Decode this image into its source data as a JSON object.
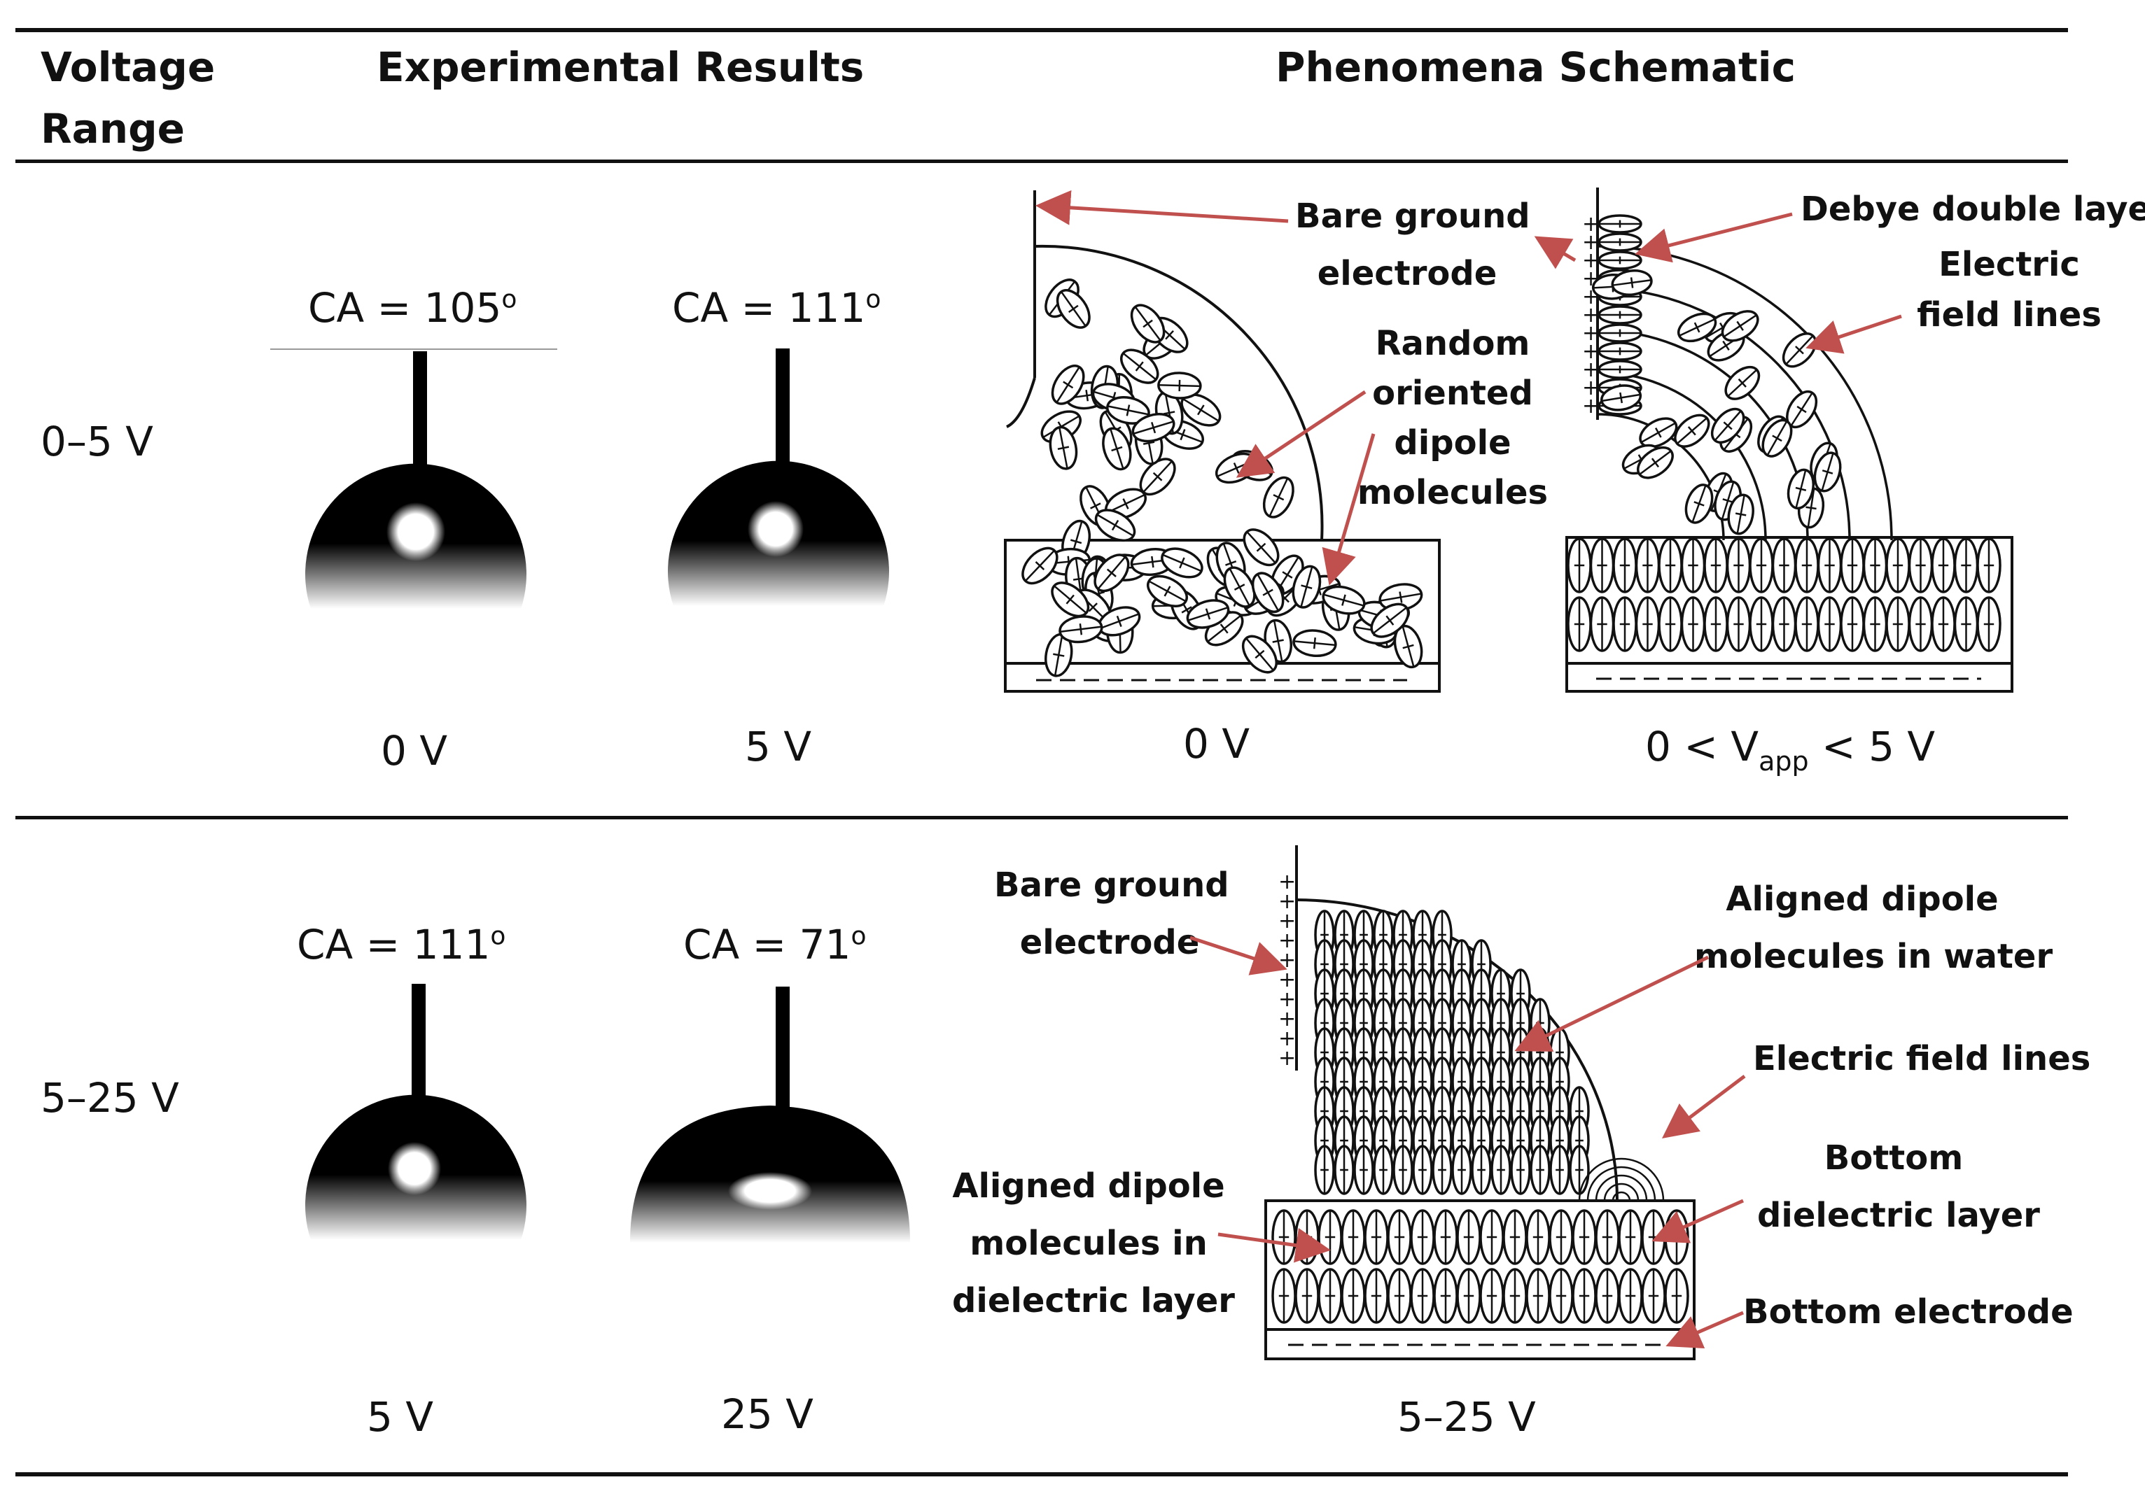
{
  "headers": {
    "voltage_range_line1": "Voltage",
    "voltage_range_line2": "Range",
    "experimental": "Experimental Results",
    "schematic": "Phenomena Schematic"
  },
  "rows": [
    {
      "range": "0–5 V",
      "experiments": [
        {
          "ca_label": "CA  = 105",
          "ca_deg": "o",
          "voltage": "0 V"
        },
        {
          "ca_label": "CA = 111",
          "ca_deg": "o",
          "voltage": "5 V"
        }
      ],
      "schematics": [
        {
          "caption": "0 V",
          "labels": {
            "bare_ground_line1": "Bare ground",
            "bare_ground_line2": "electrode",
            "random_line1": "Random",
            "random_line2": "oriented",
            "random_line3": "dipole",
            "random_line4": "molecules"
          }
        },
        {
          "caption_prefix": "0 < V",
          "caption_sub": "app",
          "caption_suffix": " < 5 V",
          "labels": {
            "debye": "Debye double layer",
            "field_line1": "Electric",
            "field_line2": "field lines"
          }
        }
      ]
    },
    {
      "range": "5–25 V",
      "experiments": [
        {
          "ca_label": "CA = 111",
          "ca_deg": "o",
          "voltage": "5 V"
        },
        {
          "ca_label": "CA = 71",
          "ca_deg": "o",
          "voltage": "25 V"
        }
      ],
      "schematics": [
        {
          "caption": "5–25 V",
          "labels": {
            "bare_ground_line1": "Bare ground",
            "bare_ground_line2": "electrode",
            "aligned_water_line1": "Aligned dipole",
            "aligned_water_line2": "molecules in water",
            "field_lines": "Electric field lines",
            "bottom_diel_line1": "Bottom",
            "bottom_diel_line2": "dielectric layer",
            "bottom_electrode": "Bottom electrode",
            "aligned_diel_line1": "Aligned dipole",
            "aligned_diel_line2": "molecules in",
            "aligned_diel_line3": "dielectric layer"
          }
        }
      ]
    }
  ],
  "colors": {
    "arrow": "#c0504d",
    "ink": "#111111"
  }
}
